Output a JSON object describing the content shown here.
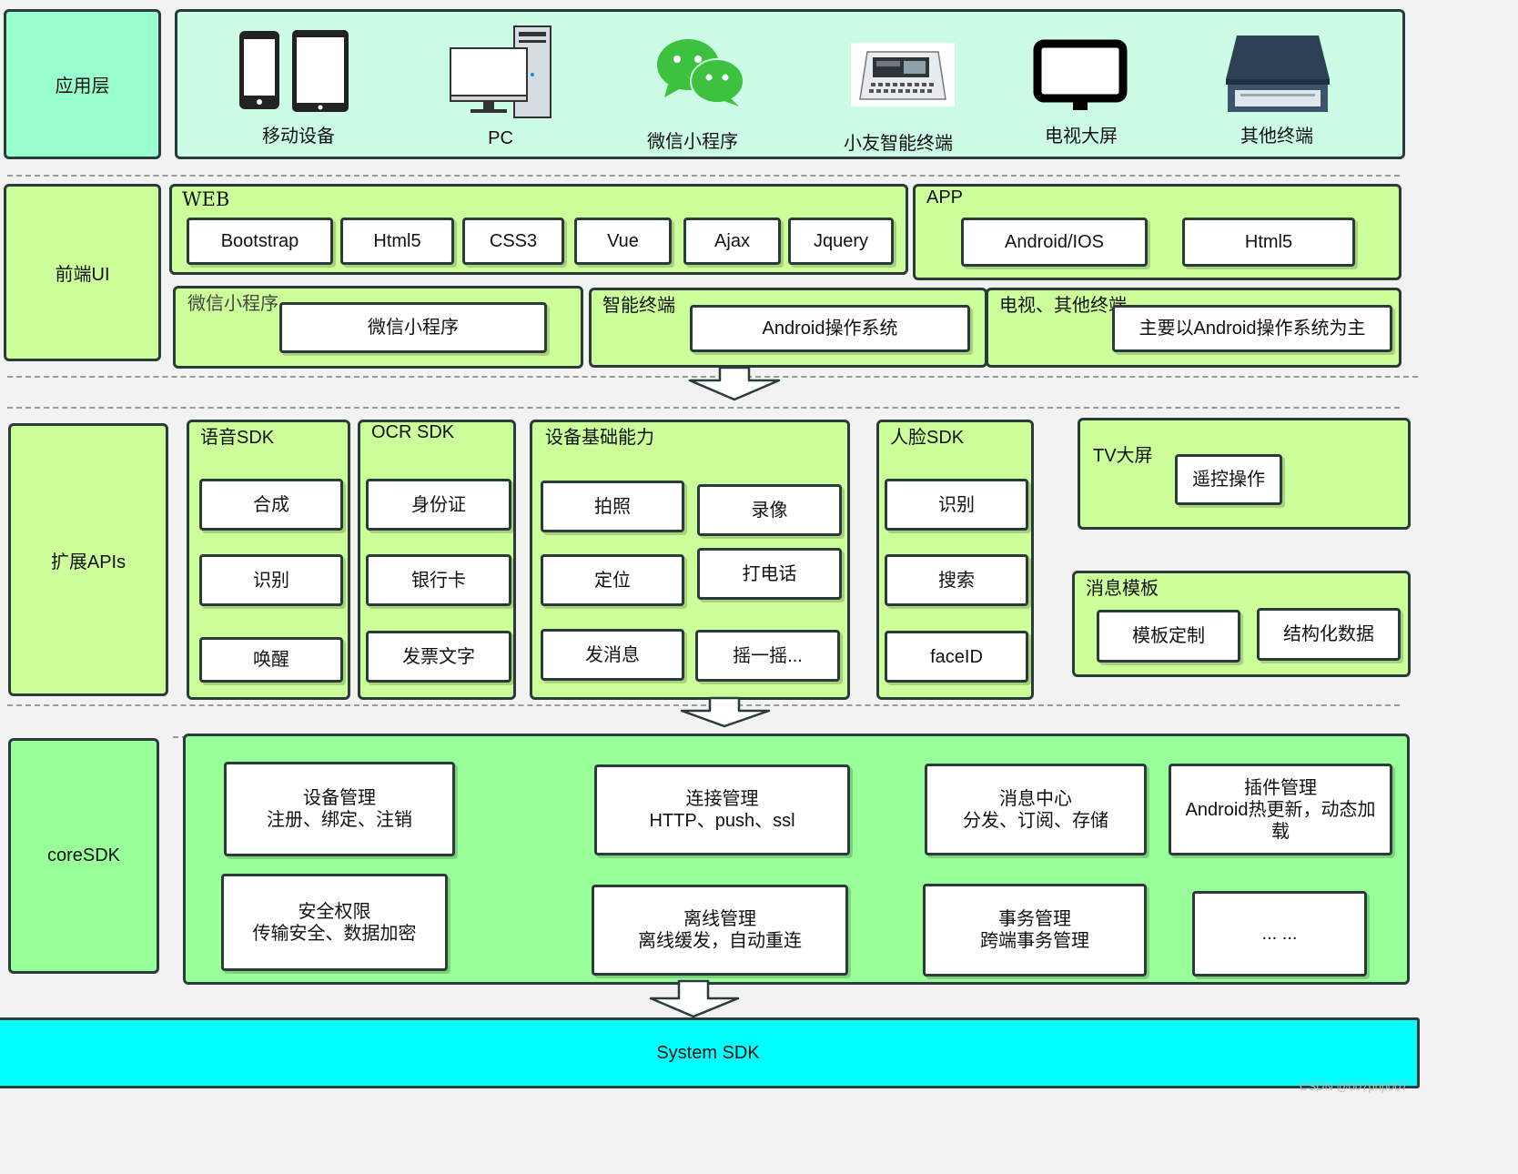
{
  "app_layer": {
    "title": "应用层",
    "devices": [
      {
        "label": "移动设备",
        "icon": "mobile-devices-icon"
      },
      {
        "label": "PC",
        "icon": "pc-icon"
      },
      {
        "label": "微信小程序",
        "icon": "wechat-icon"
      },
      {
        "label": "小友智能终端",
        "icon": "smart-terminal-icon"
      },
      {
        "label": "电视大屏",
        "icon": "tv-icon"
      },
      {
        "label": "其他终端",
        "icon": "scanner-icon"
      }
    ]
  },
  "frontend": {
    "title": "前端UI",
    "web": {
      "title": "WEB",
      "items": [
        "Bootstrap",
        "Html5",
        "CSS3",
        "Vue",
        "Ajax",
        "Jquery"
      ]
    },
    "app": {
      "title": "APP",
      "items": [
        "Android/IOS",
        "Html5"
      ]
    },
    "miniprogram": {
      "title": "微信小程序",
      "item": "微信小程序"
    },
    "terminal": {
      "title": "智能终端",
      "item": "Android操作系统"
    },
    "tv": {
      "title": "电视、其他终端",
      "item": "主要以Android操作系统为主"
    }
  },
  "apis": {
    "title": "扩展APIs",
    "voice": {
      "title": "语音SDK",
      "items": [
        "合成",
        "识别",
        "唤醒"
      ]
    },
    "ocr": {
      "title": "OCR SDK",
      "items": [
        "身份证",
        "银行卡",
        "发票文字"
      ]
    },
    "device": {
      "title": "设备基础能力",
      "items": [
        "拍照",
        "录像",
        "定位",
        "打电话",
        "发消息",
        "摇一摇..."
      ]
    },
    "face": {
      "title": "人脸SDK",
      "items": [
        "识别",
        "搜索",
        "faceID"
      ]
    },
    "tv": {
      "title": "TV大屏",
      "item": "遥控操作"
    },
    "msg": {
      "title": "消息模板",
      "items": [
        "模板定制",
        "结构化数据"
      ]
    }
  },
  "core": {
    "title": "coreSDK",
    "modules": [
      {
        "line1": "设备管理",
        "line2": "注册、绑定、注销"
      },
      {
        "line1": "连接管理",
        "line2": "HTTP、push、ssl"
      },
      {
        "line1": "消息中心",
        "line2": "分发、订阅、存储"
      },
      {
        "line1": "插件管理",
        "line2": "Android热更新，动态加载"
      },
      {
        "line1": "安全权限",
        "line2": "传输安全、数据加密"
      },
      {
        "line1": "离线管理",
        "line2": "离线缓发，自动重连"
      },
      {
        "line1": "事务管理",
        "line2": "跨端事务管理"
      },
      {
        "line1": "... ...",
        "line2": ""
      }
    ]
  },
  "system": {
    "title": "System SDK"
  },
  "watermark": "CSDN @007php007",
  "colors": {
    "app_layer": "#ccfbe6",
    "app_label": "#99ffcc",
    "frontend": "#ccff99",
    "core": "#99ff99",
    "system": "#00ffff",
    "plugin": "#ffb366"
  }
}
